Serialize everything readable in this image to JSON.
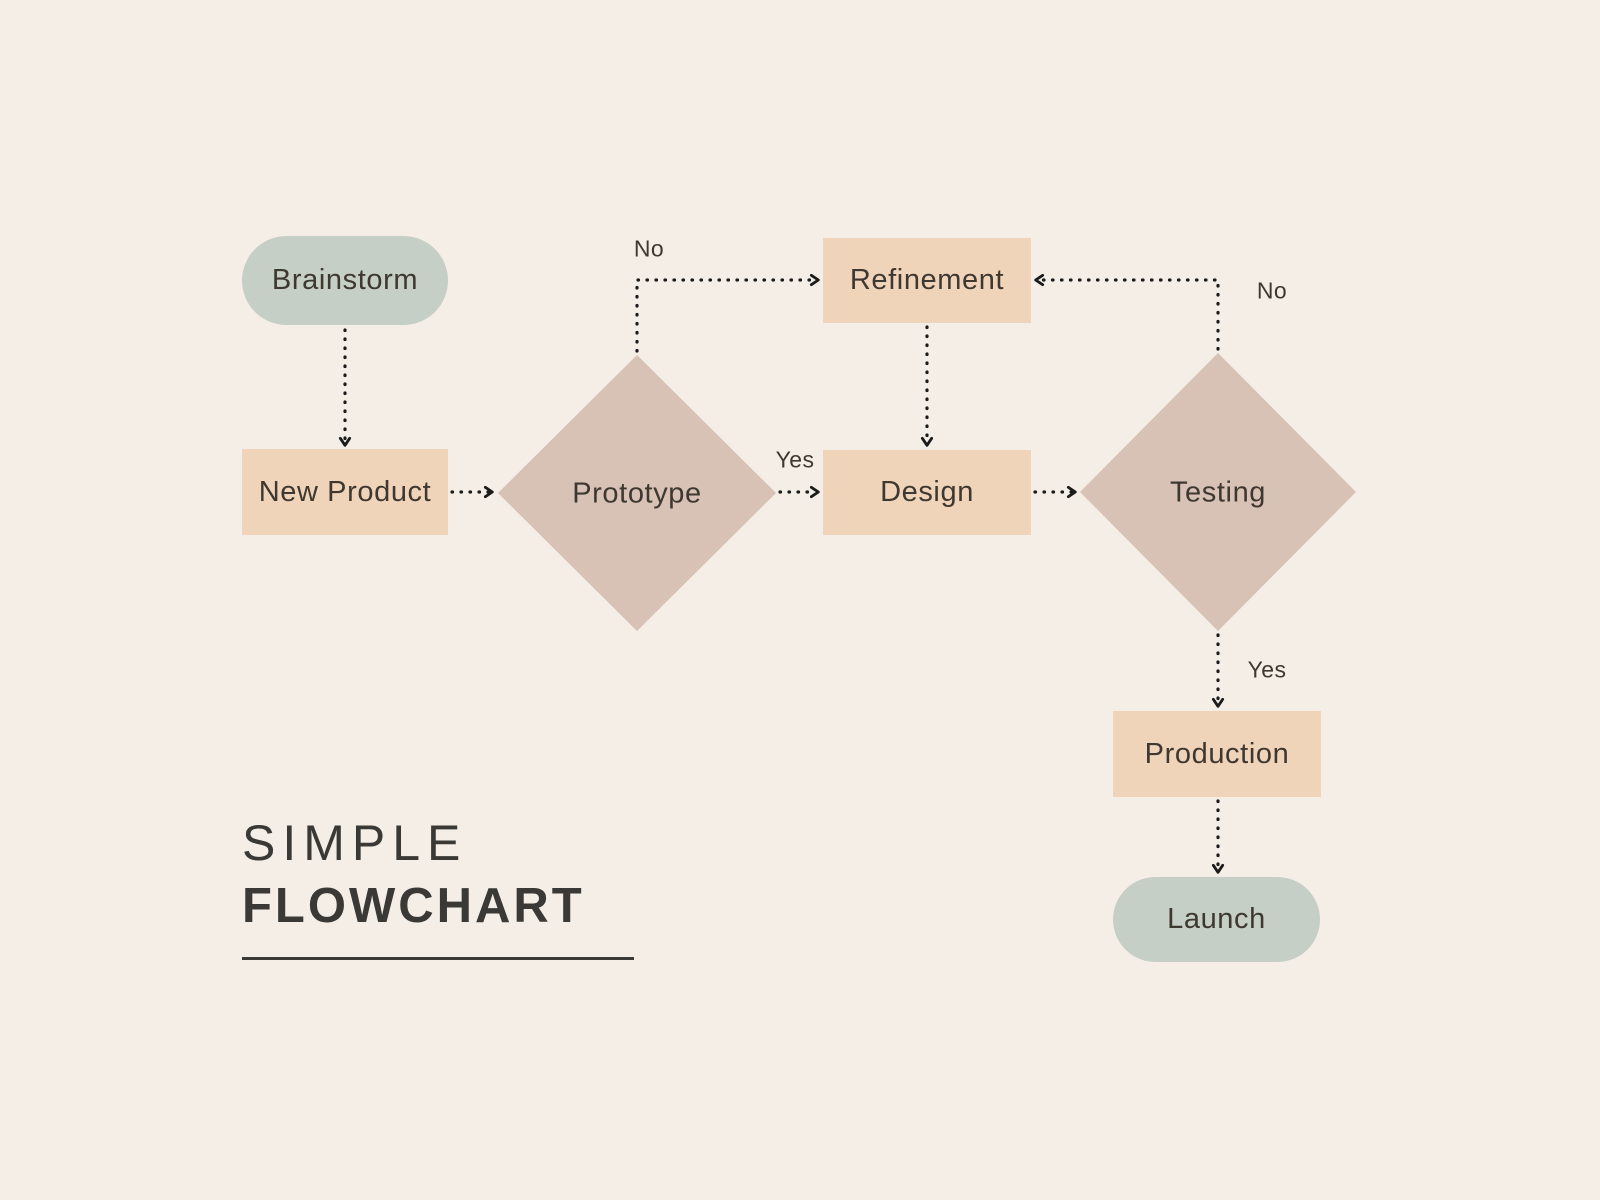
{
  "title": {
    "line1": "SIMPLE",
    "line2": "FLOWCHART"
  },
  "colors": {
    "background": "#f4eee6",
    "terminal": "#c5cfc5",
    "process": "#f0d4b9",
    "decision": "#d8c1b5",
    "line": "#1b1b1b",
    "text": "#3e3831",
    "title": "#3a3935"
  },
  "nodes": {
    "brainstorm": {
      "label": "Brainstorm",
      "type": "terminal"
    },
    "new_product": {
      "label": "New Product",
      "type": "process"
    },
    "prototype": {
      "label": "Prototype",
      "type": "decision"
    },
    "refinement": {
      "label": "Refinement",
      "type": "process"
    },
    "design": {
      "label": "Design",
      "type": "process"
    },
    "testing": {
      "label": "Testing",
      "type": "decision"
    },
    "production": {
      "label": "Production",
      "type": "process"
    },
    "launch": {
      "label": "Launch",
      "type": "terminal"
    }
  },
  "edge_labels": {
    "prototype_no": "No",
    "prototype_yes": "Yes",
    "testing_no": "No",
    "testing_yes": "Yes"
  },
  "edges": [
    {
      "from": "brainstorm",
      "to": "new_product",
      "label": ""
    },
    {
      "from": "new_product",
      "to": "prototype",
      "label": ""
    },
    {
      "from": "prototype",
      "to": "design",
      "label": "Yes"
    },
    {
      "from": "prototype",
      "to": "refinement",
      "label": "No"
    },
    {
      "from": "refinement",
      "to": "design",
      "label": ""
    },
    {
      "from": "design",
      "to": "testing",
      "label": ""
    },
    {
      "from": "testing",
      "to": "refinement",
      "label": "No"
    },
    {
      "from": "testing",
      "to": "production",
      "label": "Yes"
    },
    {
      "from": "production",
      "to": "launch",
      "label": ""
    }
  ]
}
